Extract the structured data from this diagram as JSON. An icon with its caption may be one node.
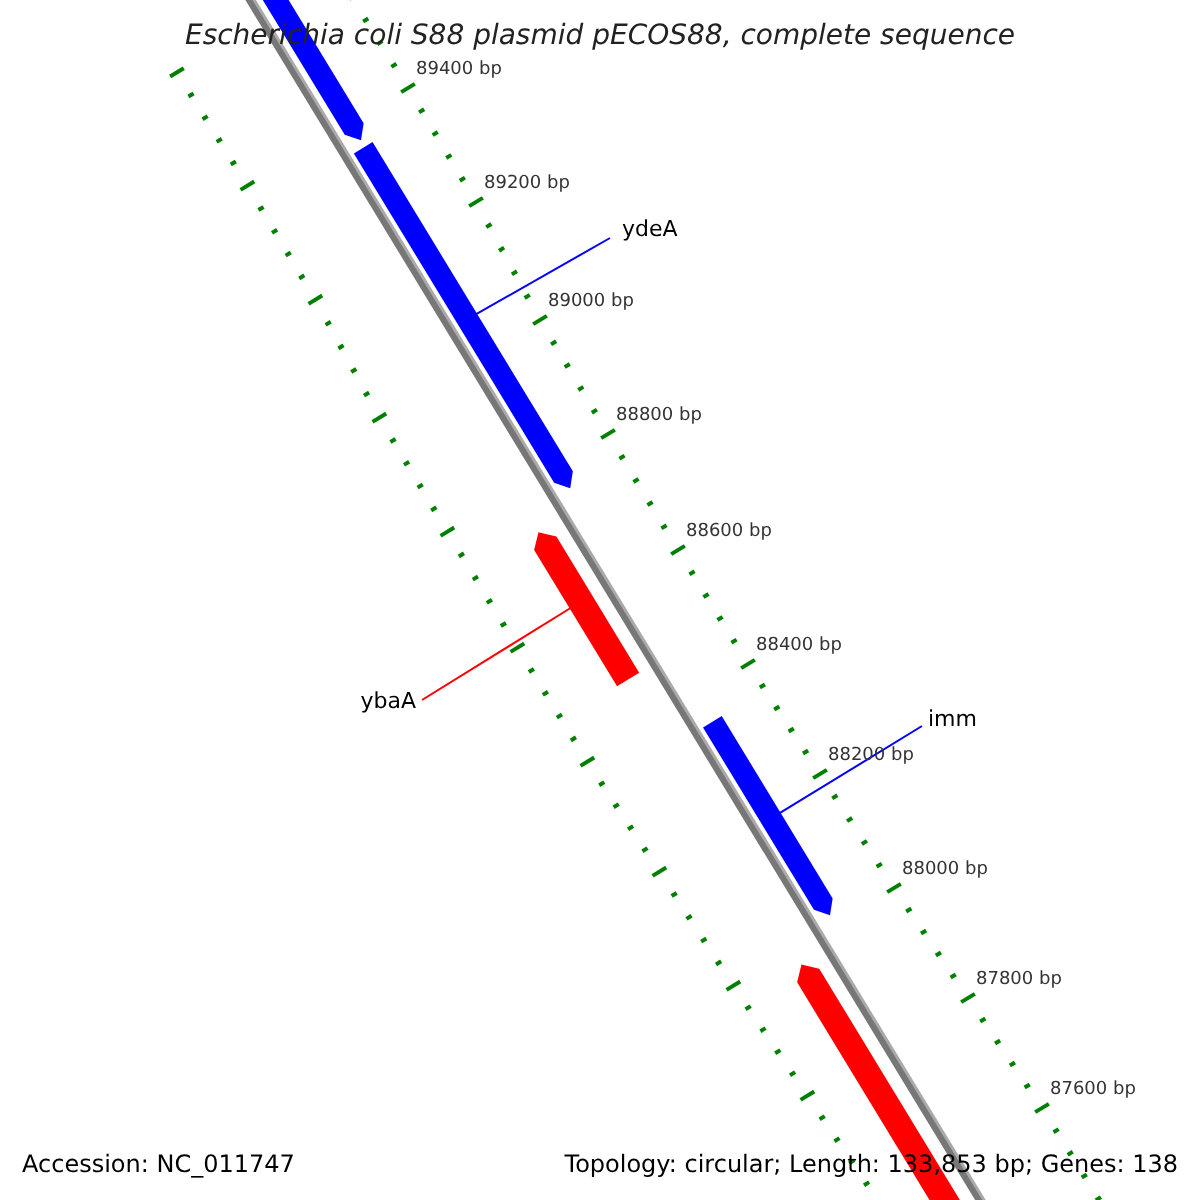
{
  "diagram": {
    "title": "Escherichia coli S88 plasmid pECOS88, complete sequence",
    "nodes": [
      {
        "text": [],
        "shape": "bar"
      },
      {
        "text": [
          "ydeA"
        ]
      },
      {
        "text": [],
        "shape": "bar"
      },
      {
        "text": [],
        "shape": "bar"
      },
      {
        "text": [
          "ybaA"
        ]
      },
      {
        "text": [
          "imm"
        ]
      },
      {
        "text": [],
        "shape": "bar"
      },
      {
        "text": [],
        "shape": "bar"
      }
    ],
    "edges": [
      {
        "from": 1,
        "to": 2,
        "arrow": "none"
      },
      {
        "from": 4,
        "to": 3,
        "arrow": "none",
        "color": "#ff0000"
      },
      {
        "from": 5,
        "to": 6,
        "arrow": "none"
      }
    ],
    "labels": [
      "89400 bp",
      "89200 bp",
      "89000 bp",
      "88800 bp",
      "88600 bp",
      "88400 bp",
      "88200 bp",
      "88000 bp",
      "87800 bp",
      "87600 bp",
      "Accession: NC_011747",
      "Topology: circular; Length: 133,853 bp; Genes: 138"
    ]
  }
}
